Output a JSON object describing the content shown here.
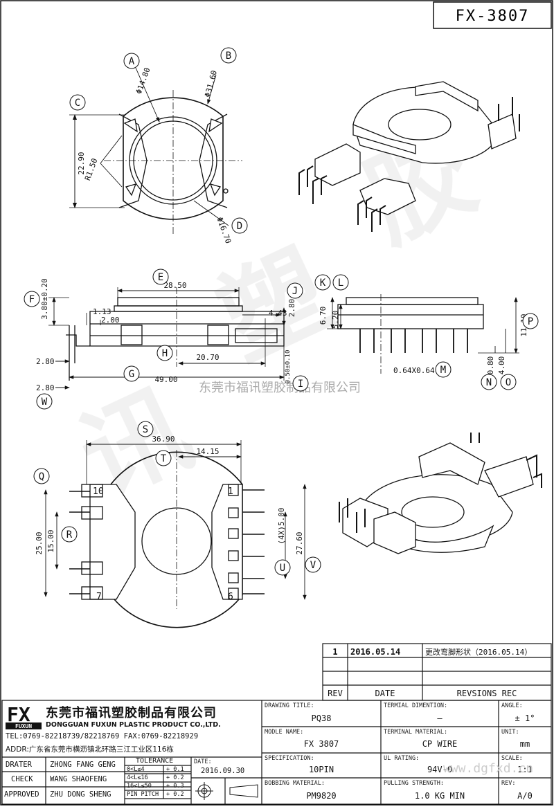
{
  "drawing_no": "FX-3807",
  "dimensions": {
    "d_a": "Φ14.80",
    "d_b": "Φ31.60",
    "d_c": "22.90",
    "d_r": "R1.50",
    "d_d": "Φ16.70",
    "d_e": "28.50",
    "d_f": "3.80±0.20",
    "d_113": "1.13",
    "d_200": "2.00",
    "d_443": "4.43",
    "d_j": "2.80",
    "d_k": "6.70",
    "d_l": "5.20",
    "d_p": "11.10",
    "d_280a": "2.80",
    "d_280b": "2.80",
    "d_2070": "20.70",
    "d_4900": "49.00",
    "d_i": "0.50±0.10",
    "d_m": "0.64X0.64",
    "d_n": "0.80",
    "d_o": "4.00",
    "d_s": "36.90",
    "d_t": "14.15",
    "d_25": "25.00",
    "d_15": "15.00",
    "d_u": "(4X)5.00",
    "d_v": "27.60",
    "pin_10": "10",
    "pin_1": "1",
    "pin_7": "7",
    "pin_6": "6"
  },
  "balloons": [
    "A",
    "B",
    "C",
    "D",
    "E",
    "F",
    "G",
    "H",
    "I",
    "J",
    "K",
    "L",
    "M",
    "N",
    "O",
    "P",
    "Q",
    "R",
    "S",
    "T",
    "U",
    "V",
    "W"
  ],
  "watermark": "东莞市福讯塑胶制品有限公司",
  "revision_table": {
    "rows": [
      {
        "rev": "1",
        "date": "2016.05.14",
        "rec": "更改弯脚形状（2016.05.14）"
      },
      {
        "rev": "",
        "date": "",
        "rec": ""
      },
      {
        "rev": "",
        "date": "",
        "rec": ""
      }
    ],
    "headers": {
      "rev": "REV",
      "date": "DATE",
      "rec": "REVSIONS REC"
    }
  },
  "title_block": {
    "logo": "FX",
    "logo_sub": "FUXUN",
    "company_cn": "东莞市福讯塑胶制品有限公司",
    "company_en": "DONGGUAN FUXUN PLASTIC PRODUCT CO.,LTD.",
    "tel_fax": "TEL:0769-82218739/82218769 FAX:0769-82218929",
    "addr": "ADDR:广东省东莞市横沥镇北环路三江工业区116栋",
    "drater_label": "DRATER",
    "drater": "ZHONG FANG GENG",
    "check_label": "CHECK",
    "check": "WANG SHAOFENG",
    "approved_label": "APPROVED",
    "approved": "ZHU DONG SHENG",
    "tolerance_label": "TOLERANCE",
    "tol_rows": [
      {
        "range": "0<L≤4",
        "tol": "+ 0.1"
      },
      {
        "range": "4<L≤16",
        "tol": "+ 0.2"
      },
      {
        "range": "16<L≤50",
        "tol": "+ 0.3"
      },
      {
        "range": "PIN PITCH",
        "tol": "+ 0.2"
      }
    ],
    "date_label": "DATE:",
    "date": "2016.09.30",
    "drawing_title_label": "DRAWING TITLE:",
    "drawing_title": "PQ38",
    "model_label": "MODLE NAME:",
    "model": "FX 3807",
    "spec_label": "SPECIFICATION:",
    "spec": "10PIN",
    "bobbin_label": "BOBBING MATERIAL:",
    "bobbin": "PM9820",
    "term_dim_label": "TERMIAL DIMENTION:",
    "term_dim": "—",
    "term_mat_label": "TERMINAL MATERIAL:",
    "term_mat": "CP WIRE",
    "ul_label": "UL RATING:",
    "ul": "94V-0",
    "pull_label": "PULLING STRENGTH:",
    "pull": "1.0 KG MIN",
    "angle_label": "ANGLE:",
    "angle": "± 1°",
    "unit_label": "UNIT:",
    "unit": "mm",
    "scale_label": "SCALE:",
    "scale": "1:1",
    "rev_label": "REV:",
    "rev": "A/0"
  },
  "site_watermark": "www.dgfxd.cn"
}
